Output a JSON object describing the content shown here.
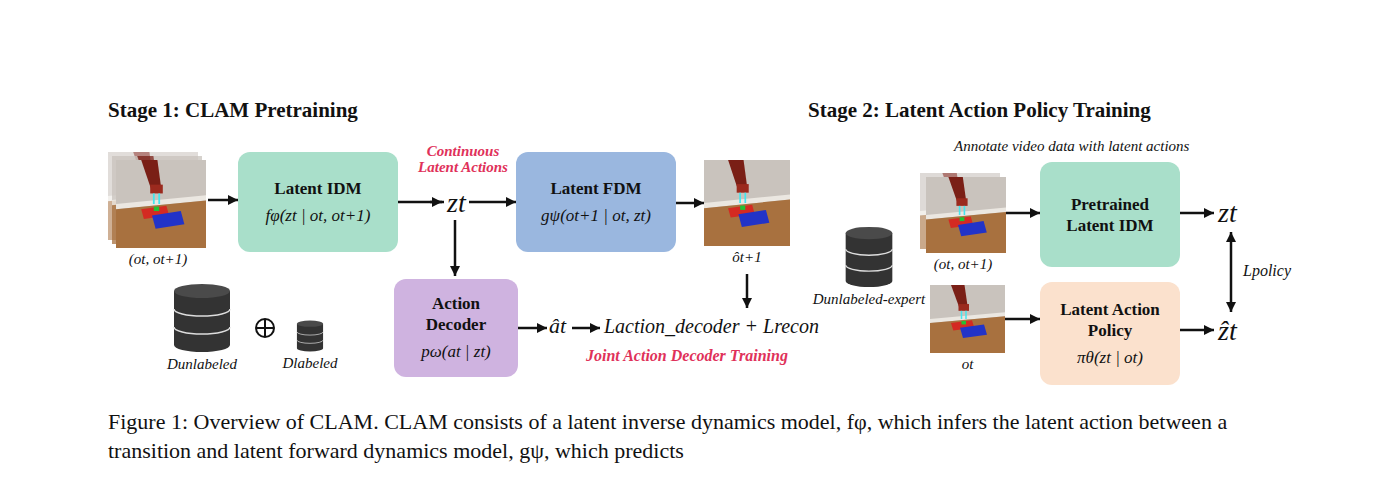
{
  "diagram": {
    "caption": "Figure 1: Overview of CLAM. CLAM consists of a latent inverse dynamics model, fφ, which infers the latent action between a transition and latent forward dynamics model, gψ, which predicts",
    "nodes": [
      {
        "text": [
          "(ot, ot+1)"
        ]
      },
      {
        "text": [
          "Latent IDM",
          "fφ(zt | ot, ot+1)"
        ]
      },
      {
        "text": [
          "Latent FDM",
          "gψ(ot+1 | ot, zt)"
        ]
      },
      {
        "text": [
          "ôt+1"
        ]
      },
      {
        "text": [
          "Action Decoder",
          "pω(at | zt)"
        ]
      },
      {
        "text": [
          "Dunlabeled"
        ]
      },
      {
        "text": [
          "Dlabeled"
        ]
      },
      {
        "text": [
          "Dunlabeled-expert"
        ]
      },
      {
        "text": [
          "(ot, ot+1)"
        ]
      },
      {
        "text": [
          "Pretrained Latent IDM"
        ]
      },
      {
        "text": [
          "ot"
        ]
      },
      {
        "text": [
          "Latent Action Policy",
          "πθ(zt | ot)"
        ]
      }
    ],
    "edges": [
      {
        "from": 0,
        "to": 1,
        "arrow": "to"
      },
      {
        "from": 1,
        "to": 2,
        "arrow": "to"
      },
      {
        "from": 2,
        "to": 3,
        "arrow": "to"
      },
      {
        "from": 8,
        "to": 9,
        "arrow": "to"
      },
      {
        "from": 10,
        "to": 11,
        "arrow": "to"
      }
    ],
    "labels": [
      "Stage 1: CLAM Pretraining",
      "Stage 2: Latent Action Policy Training",
      "Continuous Latent Actions",
      "zt",
      "ât",
      "Laction_decoder + Lrecon",
      "Joint Action Decoder Training",
      "Annotate video data with latent actions",
      "zt",
      "Lpolicy",
      "ẑt"
    ]
  }
}
